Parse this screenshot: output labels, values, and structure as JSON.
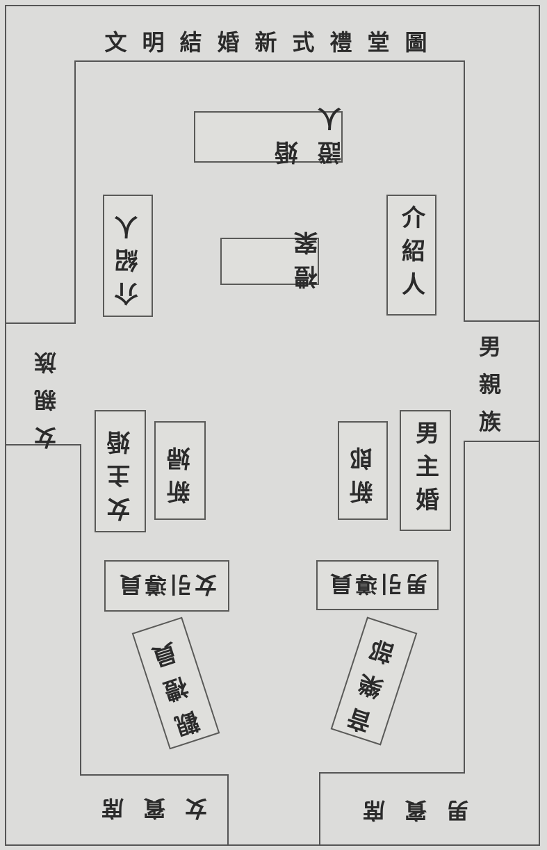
{
  "title": "文明結婚新式禮堂圖",
  "witness": "證婚人",
  "ceremony_table": "禮案",
  "introducer_left": "介紹人",
  "introducer_right": "介紹人",
  "groom_family": "男親族",
  "bride_family": "女親族",
  "groom_host": "男主婚",
  "groom": "新郎",
  "bride": "新婦",
  "bride_host": "女主婚",
  "groom_usher": "男引導員",
  "bride_usher": "女引導員",
  "music_band": "音樂部",
  "observers": "觀禮員",
  "groom_guests": "男賓席",
  "bride_guests": "女賓席"
}
